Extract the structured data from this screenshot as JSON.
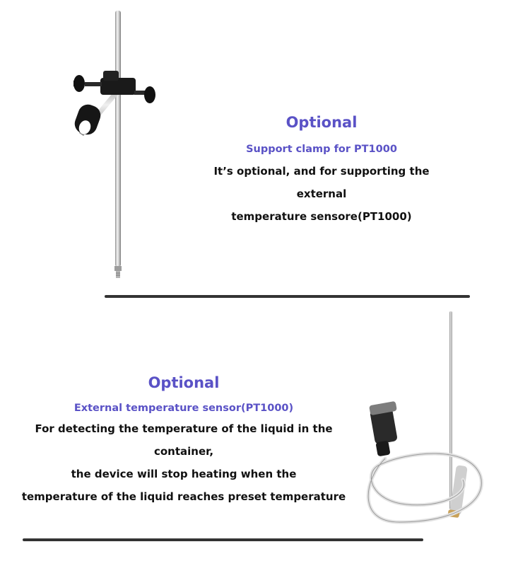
{
  "sections": [
    {
      "title": "Optional",
      "subtitle": "Support clamp for PT1000",
      "description_lines": [
        "It’s optional, and for supporting the external",
        "temperature sensore(PT1000)"
      ]
    },
    {
      "title": "Optional",
      "subtitle": "External temperature sensor(PT1000)",
      "description_lines": [
        "For detecting the temperature of the liquid in the container,",
        "the device will stop heating when the",
        "temperature of the liquid reaches preset temperature"
      ]
    }
  ],
  "colors": {
    "accent": "#5a52c6",
    "text": "#111111",
    "divider": "#333333",
    "background": "#ffffff"
  },
  "icons": [
    "support-clamp-image",
    "pt1000-sensor-image"
  ]
}
